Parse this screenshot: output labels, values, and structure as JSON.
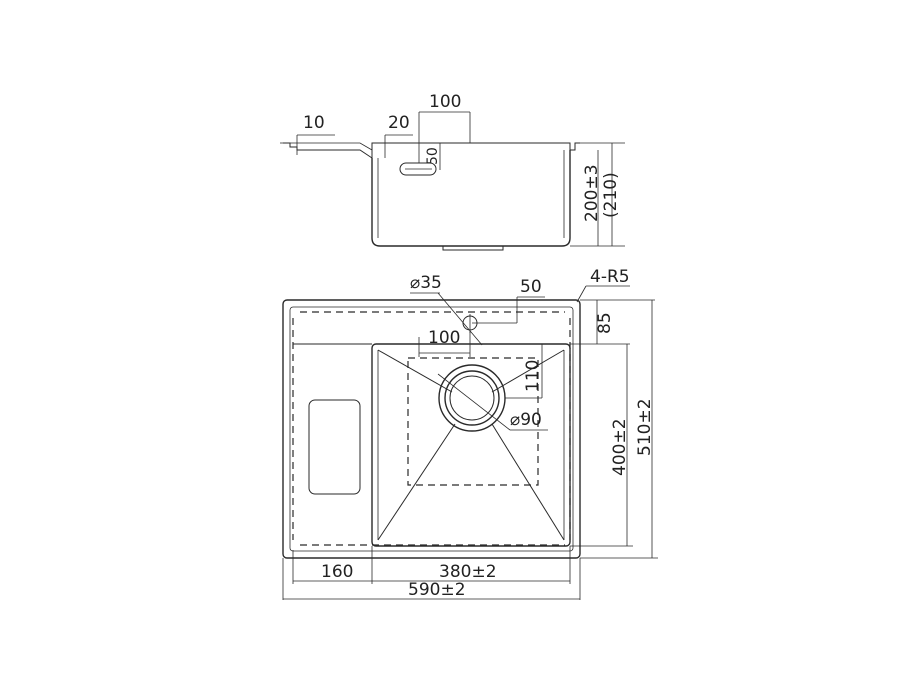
{
  "side_view": {
    "dims": {
      "rim": "10",
      "ledge": "20",
      "overflow_offset": "100",
      "overflow_height": "50",
      "depth": "200±3",
      "depth_total": "(210)"
    }
  },
  "top_view": {
    "dims": {
      "tap_hole": "⌀35",
      "tap_offset": "50",
      "tap_center": "100",
      "corner_radius": "4-R5",
      "back_rim": "85",
      "drain_offset": "110",
      "drain_diameter": "⌀90",
      "bowl_depth": "400±2",
      "sink_depth": "510±2",
      "drainboard_width": "160",
      "bowl_width": "380±2",
      "sink_width": "590±2"
    }
  },
  "colors": {
    "line": "#2a2a2a",
    "background": "#ffffff"
  }
}
